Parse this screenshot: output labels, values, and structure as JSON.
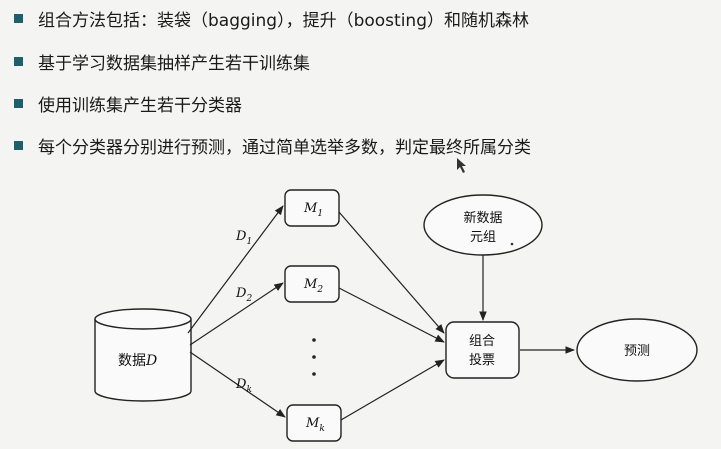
{
  "bullets": [
    "组合方法包括：装袋（bagging），提升（boosting）和随机森林",
    "基于学习数据集抽样产生若干训练集",
    "使用训练集产生若干分类器",
    "每个分类器分别进行预测，通过简单选举多数，判定最终所属分类"
  ],
  "diagram": {
    "data_label": "数据",
    "data_var": "D",
    "subsets": [
      {
        "letter": "D",
        "sub": "1"
      },
      {
        "letter": "D",
        "sub": "2"
      },
      {
        "letter": "D",
        "sub": "k"
      }
    ],
    "models": [
      {
        "letter": "M",
        "sub": "1"
      },
      {
        "letter": "M",
        "sub": "2"
      },
      {
        "letter": "M",
        "sub": "k"
      }
    ],
    "new_tuple": [
      "新数据",
      "元组"
    ],
    "combine": [
      "组合",
      "投票"
    ],
    "predict": "预测"
  }
}
